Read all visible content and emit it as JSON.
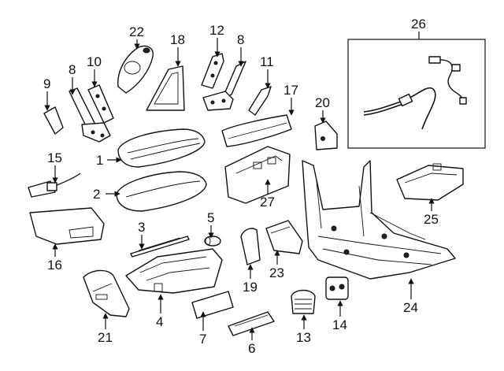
{
  "callouts": {
    "c1": "1",
    "c2": "2",
    "c3": "3",
    "c4": "4",
    "c5": "5",
    "c6": "6",
    "c7": "7",
    "c8a": "8",
    "c8b": "8",
    "c9": "9",
    "c10": "10",
    "c11": "11",
    "c12": "12",
    "c13": "13",
    "c14": "14",
    "c15": "15",
    "c16": "16",
    "c17": "17",
    "c18": "18",
    "c19": "19",
    "c20": "20",
    "c21": "21",
    "c22": "22",
    "c23": "23",
    "c24": "24",
    "c25": "25",
    "c26": "26",
    "c27": "27"
  }
}
